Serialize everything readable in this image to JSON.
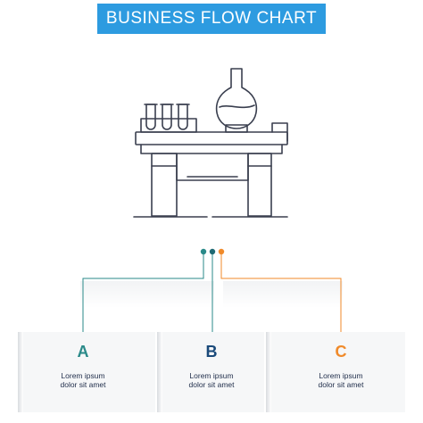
{
  "banner": {
    "title": "BUSINESS FLOW CHART",
    "color": "#2d9be0"
  },
  "icon": {
    "name": "laboratory-bench-icon",
    "stroke": "#3a3f4f"
  },
  "connectors": {
    "colors": [
      "#2a8a89",
      "#2a8a89",
      "#f08a2a"
    ],
    "left_color": "#2a8a89",
    "middle_color": "#2a8a89",
    "right_color": "#f08a2a"
  },
  "options": [
    {
      "letter": "A",
      "line1": "Lorem ipsum",
      "line2": "dolor sit amet",
      "color": "#2a8a89"
    },
    {
      "letter": "B",
      "line1": "Lorem ipsum",
      "line2": "dolor sit amet",
      "color": "#1a4a7a"
    },
    {
      "letter": "C",
      "line1": "Lorem ipsum",
      "line2": "dolor sit amet",
      "color": "#f08a2a"
    }
  ]
}
